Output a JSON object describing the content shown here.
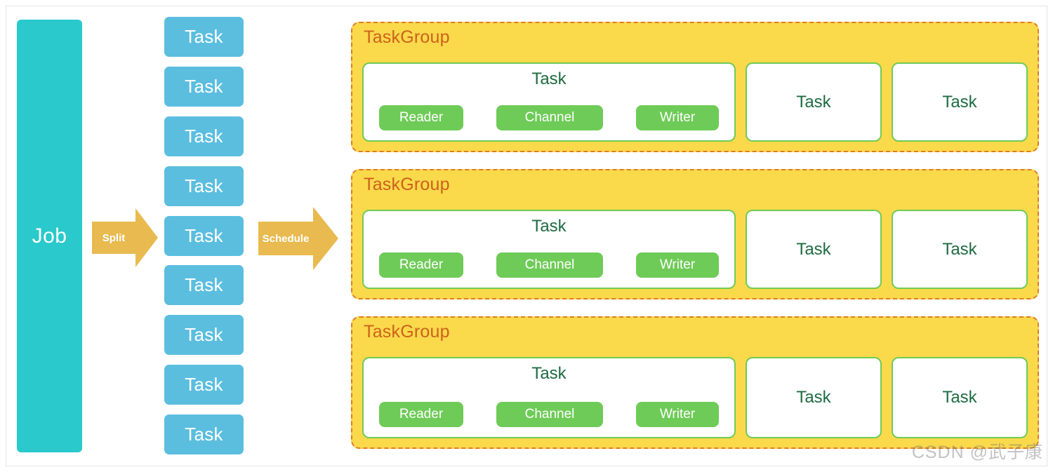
{
  "diagram": {
    "job": {
      "label": "Job"
    },
    "arrows": [
      {
        "id": "split",
        "label": "Split"
      },
      {
        "id": "schedule",
        "label": "Schedule"
      }
    ],
    "task_column": {
      "tasks": [
        {
          "label": "Task"
        },
        {
          "label": "Task"
        },
        {
          "label": "Task"
        },
        {
          "label": "Task"
        },
        {
          "label": "Task"
        },
        {
          "label": "Task"
        },
        {
          "label": "Task"
        },
        {
          "label": "Task"
        },
        {
          "label": "Task"
        }
      ]
    },
    "task_groups": [
      {
        "title": "TaskGroup",
        "detailed_task": {
          "label": "Task",
          "components": [
            {
              "label": "Reader"
            },
            {
              "label": "Channel"
            },
            {
              "label": "Writer"
            }
          ]
        },
        "plain_tasks": [
          {
            "label": "Task"
          },
          {
            "label": "Task"
          }
        ]
      },
      {
        "title": "TaskGroup",
        "detailed_task": {
          "label": "Task",
          "components": [
            {
              "label": "Reader"
            },
            {
              "label": "Channel"
            },
            {
              "label": "Writer"
            }
          ]
        },
        "plain_tasks": [
          {
            "label": "Task"
          },
          {
            "label": "Task"
          }
        ]
      },
      {
        "title": "TaskGroup",
        "detailed_task": {
          "label": "Task",
          "components": [
            {
              "label": "Reader"
            },
            {
              "label": "Channel"
            },
            {
              "label": "Writer"
            }
          ]
        },
        "plain_tasks": [
          {
            "label": "Task"
          },
          {
            "label": "Task"
          }
        ]
      }
    ],
    "watermark": {
      "text": "CSDN @武子康"
    },
    "colors": {
      "job_teal": "#2ac9cb",
      "task_blue": "#5bbedf",
      "arrow_gold": "#e8ba4f",
      "taskgroup_yellow": "#fad94b",
      "taskgroup_border_orange": "#e07b28",
      "taskgroup_title_orange": "#cd621b",
      "component_green": "#6ecb57",
      "task_text_green": "#1f6b42",
      "canvas_white": "#ffffff",
      "frame_gray": "#e3e3e3"
    }
  }
}
